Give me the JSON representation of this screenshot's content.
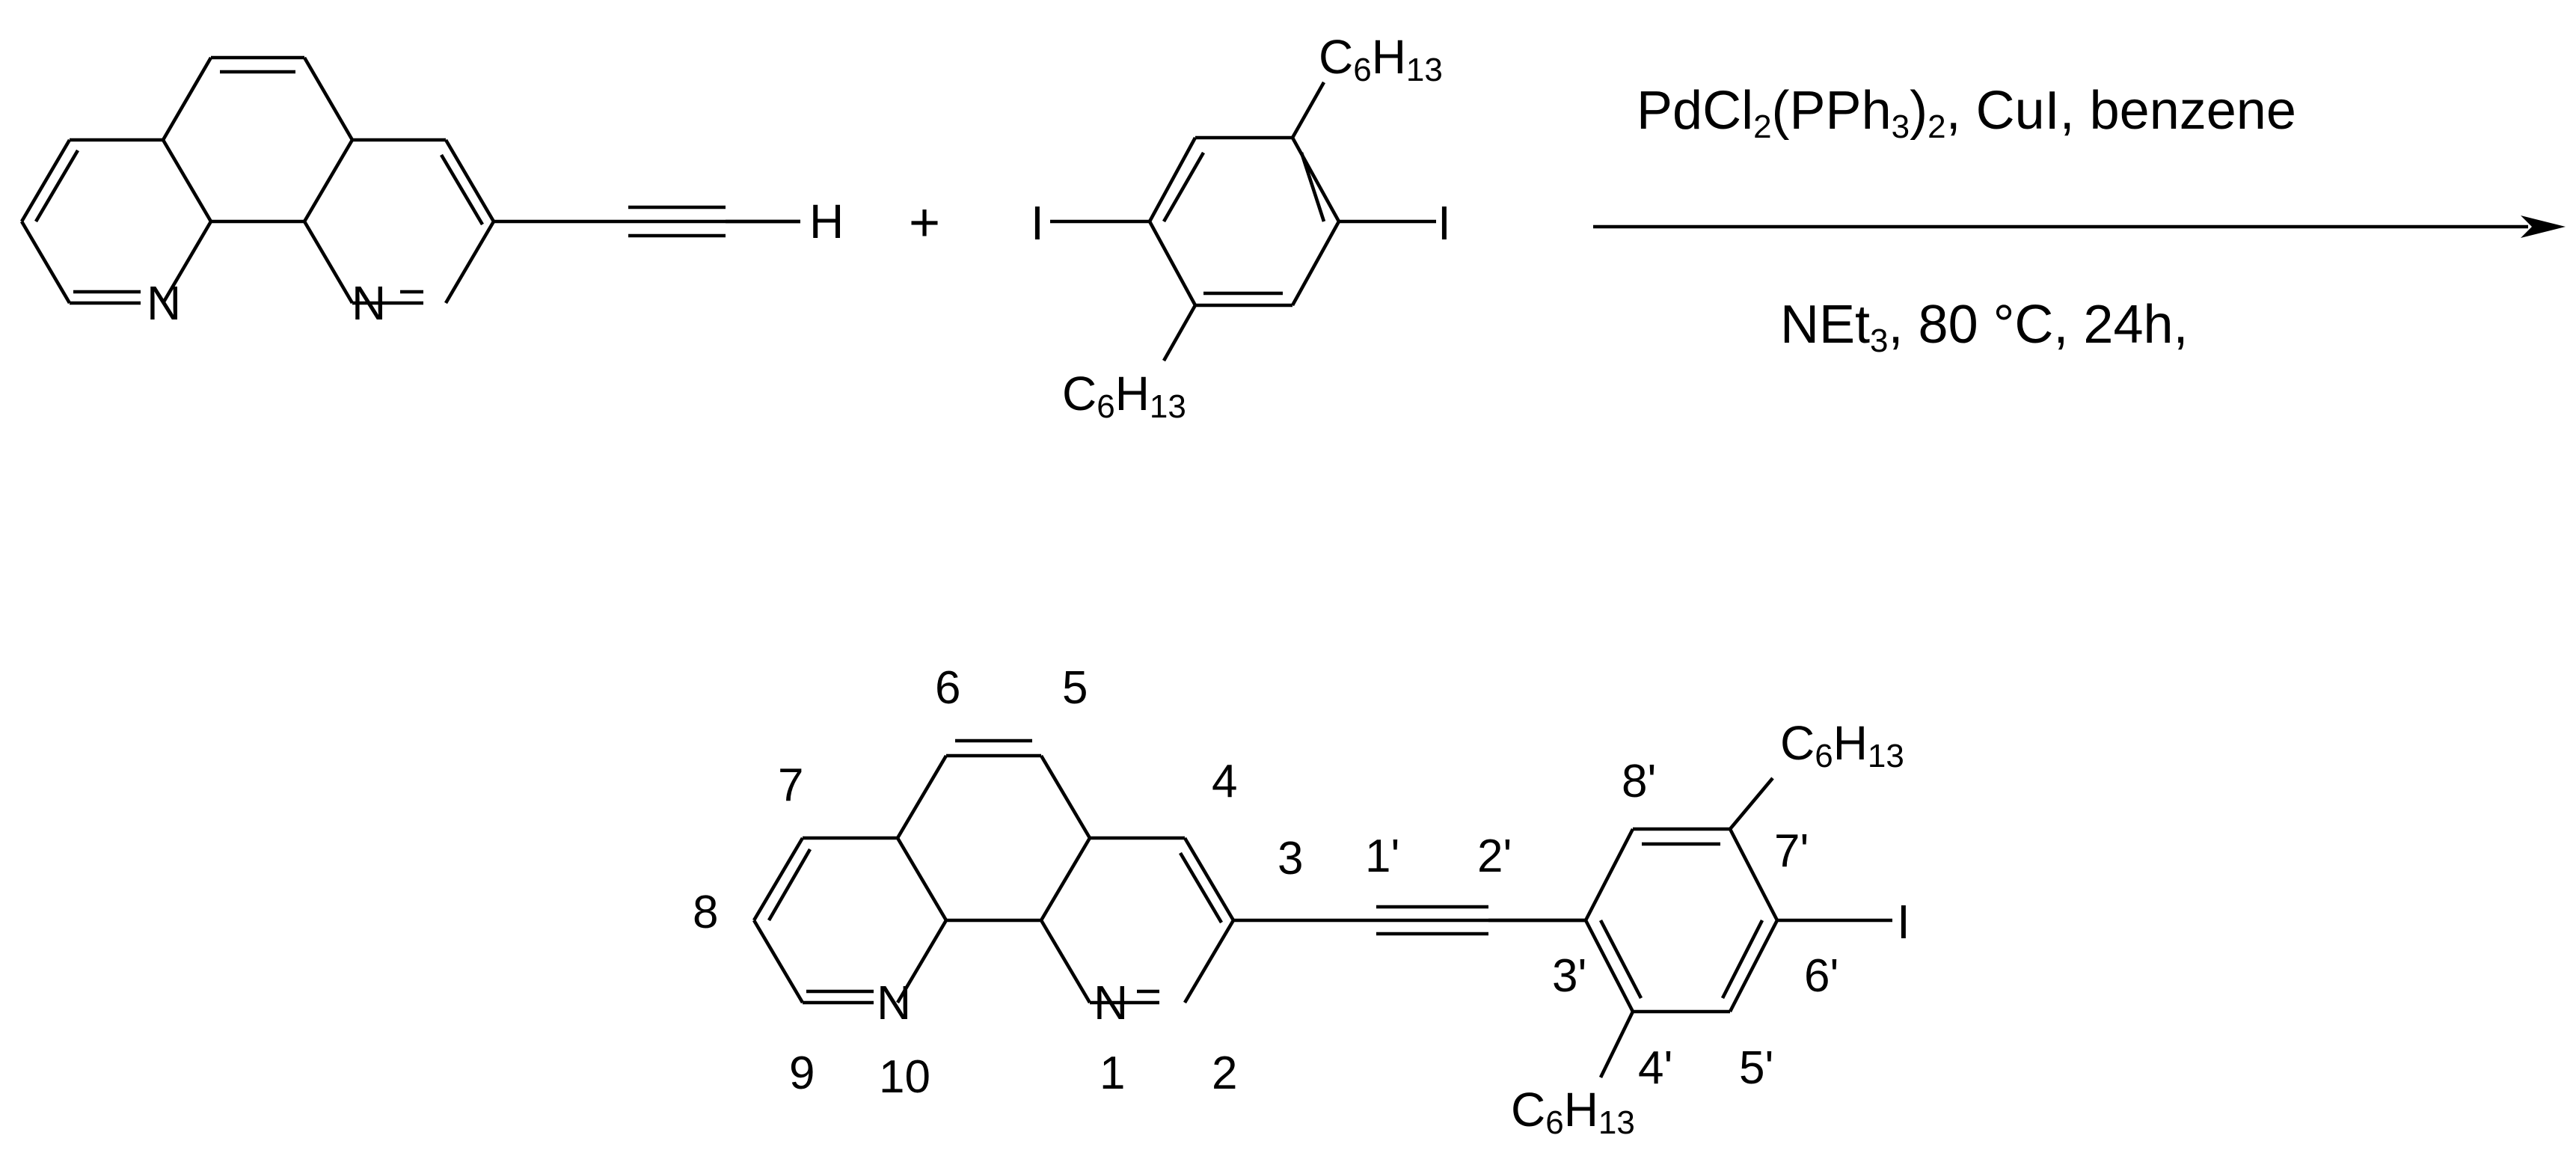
{
  "reagents": {
    "plus": "+",
    "above_arrow": {
      "pre": "PdCl",
      "sub1": "2",
      "mid": "(PPh",
      "sub2": "3",
      "close": ")",
      "sub3": "2",
      "post": ", CuI, benzene"
    },
    "below_arrow": {
      "pre": "NEt",
      "sub1": "3",
      "post": ", 80 °C, 24h,"
    }
  },
  "atoms": {
    "N": "N",
    "H": "H",
    "I": "I",
    "hexyl_main": "C",
    "hexyl_sub1": "6",
    "hexyl_mid": "H",
    "hexyl_sub2": "13"
  },
  "numbering": {
    "phen": [
      "1",
      "2",
      "3",
      "4",
      "5",
      "6",
      "7",
      "8",
      "9",
      "10"
    ],
    "alkyne": [
      "1'",
      "2'"
    ],
    "aryl": [
      "3'",
      "4'",
      "5'",
      "6'",
      "7'",
      "8'"
    ]
  },
  "colors": {
    "ink": "#000000",
    "background": "#ffffff"
  }
}
